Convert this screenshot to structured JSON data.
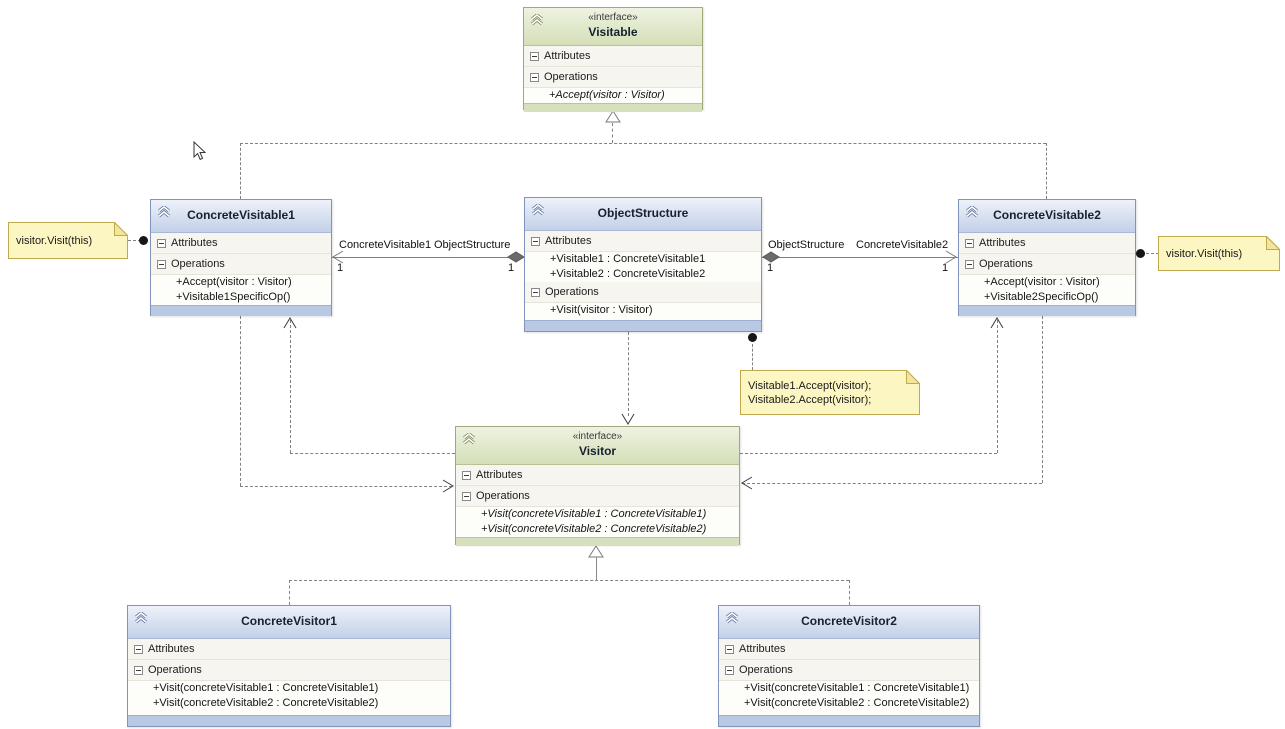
{
  "diagram_type": "uml-class-diagram-visitor-pattern",
  "colors": {
    "class_border": "#8094bc",
    "class_header": "#c3d0e8",
    "interface_border": "#a2aa7c",
    "interface_header": "#d4dfb8",
    "note_fill": "#fcf6c2",
    "note_border": "#bfa94e",
    "connector": "#828282",
    "diamond_fill": "#6b6b6b"
  },
  "classes": [
    {
      "stereotype": "«interface»",
      "name": "Visitable",
      "attributes_label": "Attributes",
      "operations_label": "Operations",
      "operations": [
        "+Accept(visitor : Visitor)"
      ]
    },
    {
      "name": "ConcreteVisitable1",
      "attributes_label": "Attributes",
      "operations_label": "Operations",
      "operations": [
        "+Accept(visitor : Visitor)",
        "+Visitable1SpecificOp()"
      ]
    },
    {
      "name": "ObjectStructure",
      "attributes_label": "Attributes",
      "operations_label": "Operations",
      "attributes": [
        "+Visitable1 : ConcreteVisitable1",
        "+Visitable2 : ConcreteVisitable2"
      ],
      "operations": [
        "+Visit(visitor : Visitor)"
      ]
    },
    {
      "name": "ConcreteVisitable2",
      "attributes_label": "Attributes",
      "operations_label": "Operations",
      "operations": [
        "+Accept(visitor : Visitor)",
        "+Visitable2SpecificOp()"
      ]
    },
    {
      "stereotype": "«interface»",
      "name": "Visitor",
      "attributes_label": "Attributes",
      "operations_label": "Operations",
      "operations": [
        "+Visit(concreteVisitable1 : ConcreteVisitable1)",
        "+Visit(concreteVisitable2 : ConcreteVisitable2)"
      ]
    },
    {
      "name": "ConcreteVisitor1",
      "attributes_label": "Attributes",
      "operations_label": "Operations",
      "operations": [
        "+Visit(concreteVisitable1 : ConcreteVisitable1)",
        "+Visit(concreteVisitable2 : ConcreteVisitable2)"
      ]
    },
    {
      "name": "ConcreteVisitor2",
      "attributes_label": "Attributes",
      "operations_label": "Operations",
      "operations": [
        "+Visit(concreteVisitable1 : ConcreteVisitable1)",
        "+Visit(concreteVisitable2 : ConcreteVisitable2)"
      ]
    }
  ],
  "notes": {
    "left": {
      "text": "visitor.Visit(this)"
    },
    "center": {
      "line1": "Visitable1.Accept(visitor);",
      "line2": "Visitable2.Accept(visitor);"
    },
    "right": {
      "text": "visitor.Visit(this)"
    }
  },
  "associations": {
    "left": {
      "label_a": "ConcreteVisitable1",
      "label_b": "ObjectStructure",
      "mult_a": "1",
      "mult_b": "1"
    },
    "right": {
      "label_a": "ObjectStructure",
      "label_b": "ConcreteVisitable2",
      "mult_a": "1",
      "mult_b": "1"
    }
  }
}
